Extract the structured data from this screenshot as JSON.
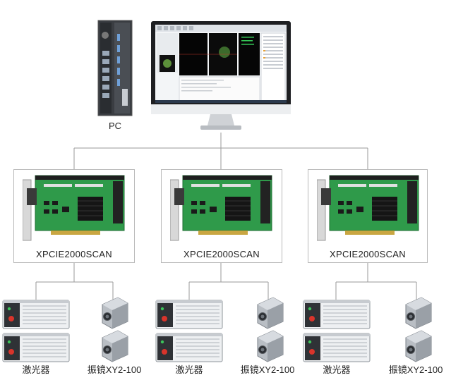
{
  "pc": {
    "label": "PC"
  },
  "cards": [
    {
      "label": "XPCIE2000SCAN"
    },
    {
      "label": "XPCIE2000SCAN"
    },
    {
      "label": "XPCIE2000SCAN"
    }
  ],
  "groups": [
    {
      "laser_label": "激光器",
      "galvo_label": "振镜XY2-100"
    },
    {
      "laser_label": "激光器",
      "galvo_label": "振镜XY2-100"
    },
    {
      "laser_label": "激光器",
      "galvo_label": "振镜XY2-100"
    }
  ],
  "colors": {
    "pcb": "#2f9a4a",
    "line": "#9a9a9a",
    "frame": "#b9b9b9",
    "laser_panel": "#dcdfe3",
    "screen_bg": "#f3f5f7"
  }
}
